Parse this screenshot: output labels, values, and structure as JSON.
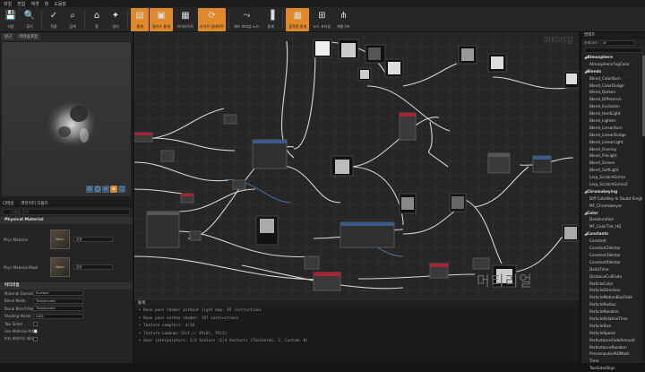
{
  "menu": [
    "파일",
    "편집",
    "에셋",
    "창",
    "도움말"
  ],
  "toolbar": [
    {
      "label": "저장",
      "icon": "save-icon",
      "glyph": "💾"
    },
    {
      "label": "찾기",
      "icon": "browse-icon",
      "glyph": "🔍"
    },
    {
      "label": "적용",
      "icon": "apply-icon",
      "glyph": "✓"
    },
    {
      "label": "검색",
      "icon": "search-icon",
      "glyph": "⌕"
    },
    {
      "label": "홈",
      "icon": "home-icon",
      "glyph": "⌂"
    },
    {
      "label": "정리",
      "icon": "clean-icon",
      "glyph": "✦"
    },
    {
      "label": "통계",
      "icon": "stats-icon",
      "glyph": "▤"
    },
    {
      "label": "릴리즈 통계",
      "icon": "release-stats-icon",
      "glyph": "▣"
    },
    {
      "label": "하이라이트",
      "icon": "highlight-icon",
      "glyph": "▦"
    },
    {
      "label": "라이브 업데이트",
      "icon": "live-update-icon",
      "glyph": "⟳"
    },
    {
      "label": "헤드 프리뷰 노드",
      "icon": "preview-node-icon",
      "glyph": "⤳"
    },
    {
      "label": "통계",
      "icon": "stats2-icon",
      "glyph": "▐"
    },
    {
      "label": "플랫폼 통계",
      "icon": "platform-stats-icon",
      "glyph": "▦"
    },
    {
      "label": "노드 프리뷰",
      "icon": "node-preview-icon",
      "glyph": "⊞"
    },
    {
      "label": "계층구조",
      "icon": "hierarchy-icon",
      "glyph": "⋔"
    }
  ],
  "viewport": {
    "tabs": [
      "원근",
      "라이팅포함"
    ],
    "buttons": [
      "⬡",
      "◯",
      "▭",
      "◉",
      "⛶"
    ]
  },
  "details": {
    "tabs": [
      "디테일",
      "파라미터 디폴트"
    ],
    "search_placeholder": "디테일 검색",
    "section_physical": "Physical Material",
    "phys_material": {
      "label": "Phys Material",
      "thumb": "None",
      "value": "없음"
    },
    "phys_material_mask": {
      "label": "Phys Material Mask",
      "thumb": "None",
      "value": "없음"
    },
    "section_material": "머티리얼",
    "props": [
      {
        "label": "Material Domain",
        "value": "Surface"
      },
      {
        "label": "Blend Mode",
        "value": "Translucent"
      },
      {
        "label": "Decal Blend Mode",
        "value": "Translucent"
      },
      {
        "label": "Shading Model",
        "value": "Unlit"
      },
      {
        "label": "Two Sided",
        "checkbox": false
      },
      {
        "label": "Use Material Attribut",
        "checkbox": true
      },
      {
        "label": "머티 퍼레이신 제외",
        "checkbox": false
      }
    ]
  },
  "graph": {
    "watermark": "머티리얼",
    "corner_label": "머티리얼"
  },
  "log": {
    "tab": "통계",
    "lines": [
      "• Base pass shader without light map: 95 instructions",
      "• Base pass vertex shader: 197 instructions",
      "• Texture samplers: 4/16",
      "• Texture Lookups (Est.): VS(0), PS(3)",
      "• User interpolators: 2/4 Scalars (1/4 Vectors) (TexCoords: 2, Custom: 0)"
    ]
  },
  "palette": {
    "tab": "팔레트",
    "category_label": "카테고리",
    "category_value": "All",
    "items": [
      {
        "t": "Atmosphere",
        "cat": true
      },
      {
        "t": "AtmosphericFogColor"
      },
      {
        "t": "Blends",
        "cat": true
      },
      {
        "t": "Blend_ColorBurn"
      },
      {
        "t": "Blend_ColorDodge"
      },
      {
        "t": "Blend_Darken"
      },
      {
        "t": "Blend_Difference"
      },
      {
        "t": "Blend_Exclusion"
      },
      {
        "t": "Blend_HardLight"
      },
      {
        "t": "Blend_Lighten"
      },
      {
        "t": "Blend_LinearBurn"
      },
      {
        "t": "Blend_LinearDodge"
      },
      {
        "t": "Blend_LinearLight"
      },
      {
        "t": "Blend_Overlay"
      },
      {
        "t": "Blend_PinLight"
      },
      {
        "t": "Blend_Screen"
      },
      {
        "t": "Blend_SoftLight"
      },
      {
        "t": "Lerp_ScratchGrime"
      },
      {
        "t": "Lerp_ScratchGrime2"
      },
      {
        "t": "Chromakeying",
        "cat": true
      },
      {
        "t": "Diff ColorKey In Doubt Single"
      },
      {
        "t": "MF_Chromakeyer"
      },
      {
        "t": "Color",
        "cat": true
      },
      {
        "t": "Desaturation"
      },
      {
        "t": "MF_ColorTint_HQ"
      },
      {
        "t": "Constants",
        "cat": true
      },
      {
        "t": "Constant"
      },
      {
        "t": "Constant2Vector"
      },
      {
        "t": "Constant3Vector"
      },
      {
        "t": "Constant4Vector"
      },
      {
        "t": "DeltaTime"
      },
      {
        "t": "DistanceCullFade"
      },
      {
        "t": "ParticleColor"
      },
      {
        "t": "ParticleDirection"
      },
      {
        "t": "ParticleMotionBlurFade"
      },
      {
        "t": "ParticleRadius"
      },
      {
        "t": "ParticleRandom"
      },
      {
        "t": "ParticleRelativeTime"
      },
      {
        "t": "ParticleSize"
      },
      {
        "t": "ParticleSpeed"
      },
      {
        "t": "PerInstanceFadeAmount"
      },
      {
        "t": "PerInstanceRandom"
      },
      {
        "t": "PrecomputedAOMask"
      },
      {
        "t": "Time"
      },
      {
        "t": "TwoSidedSign"
      }
    ]
  }
}
